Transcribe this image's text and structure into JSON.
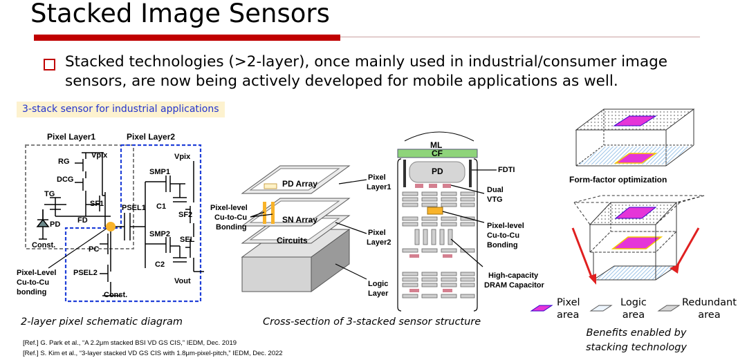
{
  "title": "Stacked Image Sensors",
  "colors": {
    "accent": "#c00000",
    "tag_bg": "#fdf2cf",
    "tag_text": "#2233cc",
    "layer2_box": "#1f3fd8",
    "pixel_area": "#e535d8",
    "arrow": "#e02020"
  },
  "bullet": "Stacked technologies (>2-layer), once mainly used in industrial/consumer image sensors, are now being actively developed for mobile applications as well.",
  "tag": "3-stack sensor for industrial applications",
  "schematic": {
    "layer1_title": "Pixel Layer1",
    "layer2_title": "Pixel Layer2",
    "vpix1": "Vpix",
    "vpix2": "Vpix",
    "rg": "RG",
    "dcg": "DCG",
    "tg": "TG",
    "sf1": "SF1",
    "fd": "FD",
    "pd": "PD",
    "const1": "Const.",
    "psel1": "PSEL1",
    "smp1": "SMP1",
    "c1": "C1",
    "sf2": "SF2",
    "smp2": "SMP2",
    "sel": "SEL",
    "c2": "C2",
    "vout": "Vout",
    "pc": "PC",
    "psel2": "PSEL2",
    "const2": "Const.",
    "bond_l1": "Pixel-Level",
    "bond_l2": "Cu-to-Cu",
    "bond_l3": "bonding"
  },
  "cross_section": {
    "pd_array": "PD Array",
    "sn_array": "SN Array",
    "circuits": "Circuits",
    "bond_l1": "Pixel-level",
    "bond_l2": "Cu-to-Cu",
    "bond_l3": "Bonding",
    "pixel_layer1_a": "Pixel",
    "pixel_layer1_b": "Layer1",
    "pixel_layer2_a": "Pixel",
    "pixel_layer2_b": "Layer2",
    "logic_layer_a": "Logic",
    "logic_layer_b": "Layer",
    "ml": "ML",
    "cf": "CF",
    "pd": "PD",
    "fdti": "FDTI",
    "dual_vtg_a": "Dual",
    "dual_vtg_b": "VTG",
    "bond2_l1": "Pixel-level",
    "bond2_l2": "Cu-to-Cu",
    "bond2_l3": "Bonding",
    "dram_a": "High-capacity",
    "dram_b": "DRAM Capacitor"
  },
  "benefits": {
    "form_factor": "Form-factor optimization",
    "legend_pixel_a": "Pixel",
    "legend_pixel_b": "area",
    "legend_logic_a": "Logic",
    "legend_logic_b": "area",
    "legend_redundant_a": "Redundant",
    "legend_redundant_b": "area"
  },
  "captions": {
    "schematic": "2-layer pixel schematic diagram",
    "cross_section": "Cross-section of 3-stacked sensor structure",
    "benefits": "Benefits enabled by stacking technology"
  },
  "refs": [
    "[Ref.] G. Park et al., “A 2.2μm stacked BSI VD GS CIS,” IEDM, Dec. 2019",
    "[Ref.] S. Kim et al., “3-layer stacked VD GS CIS with 1.8μm-pixel-pitch,” IEDM, Dec. 2022"
  ]
}
